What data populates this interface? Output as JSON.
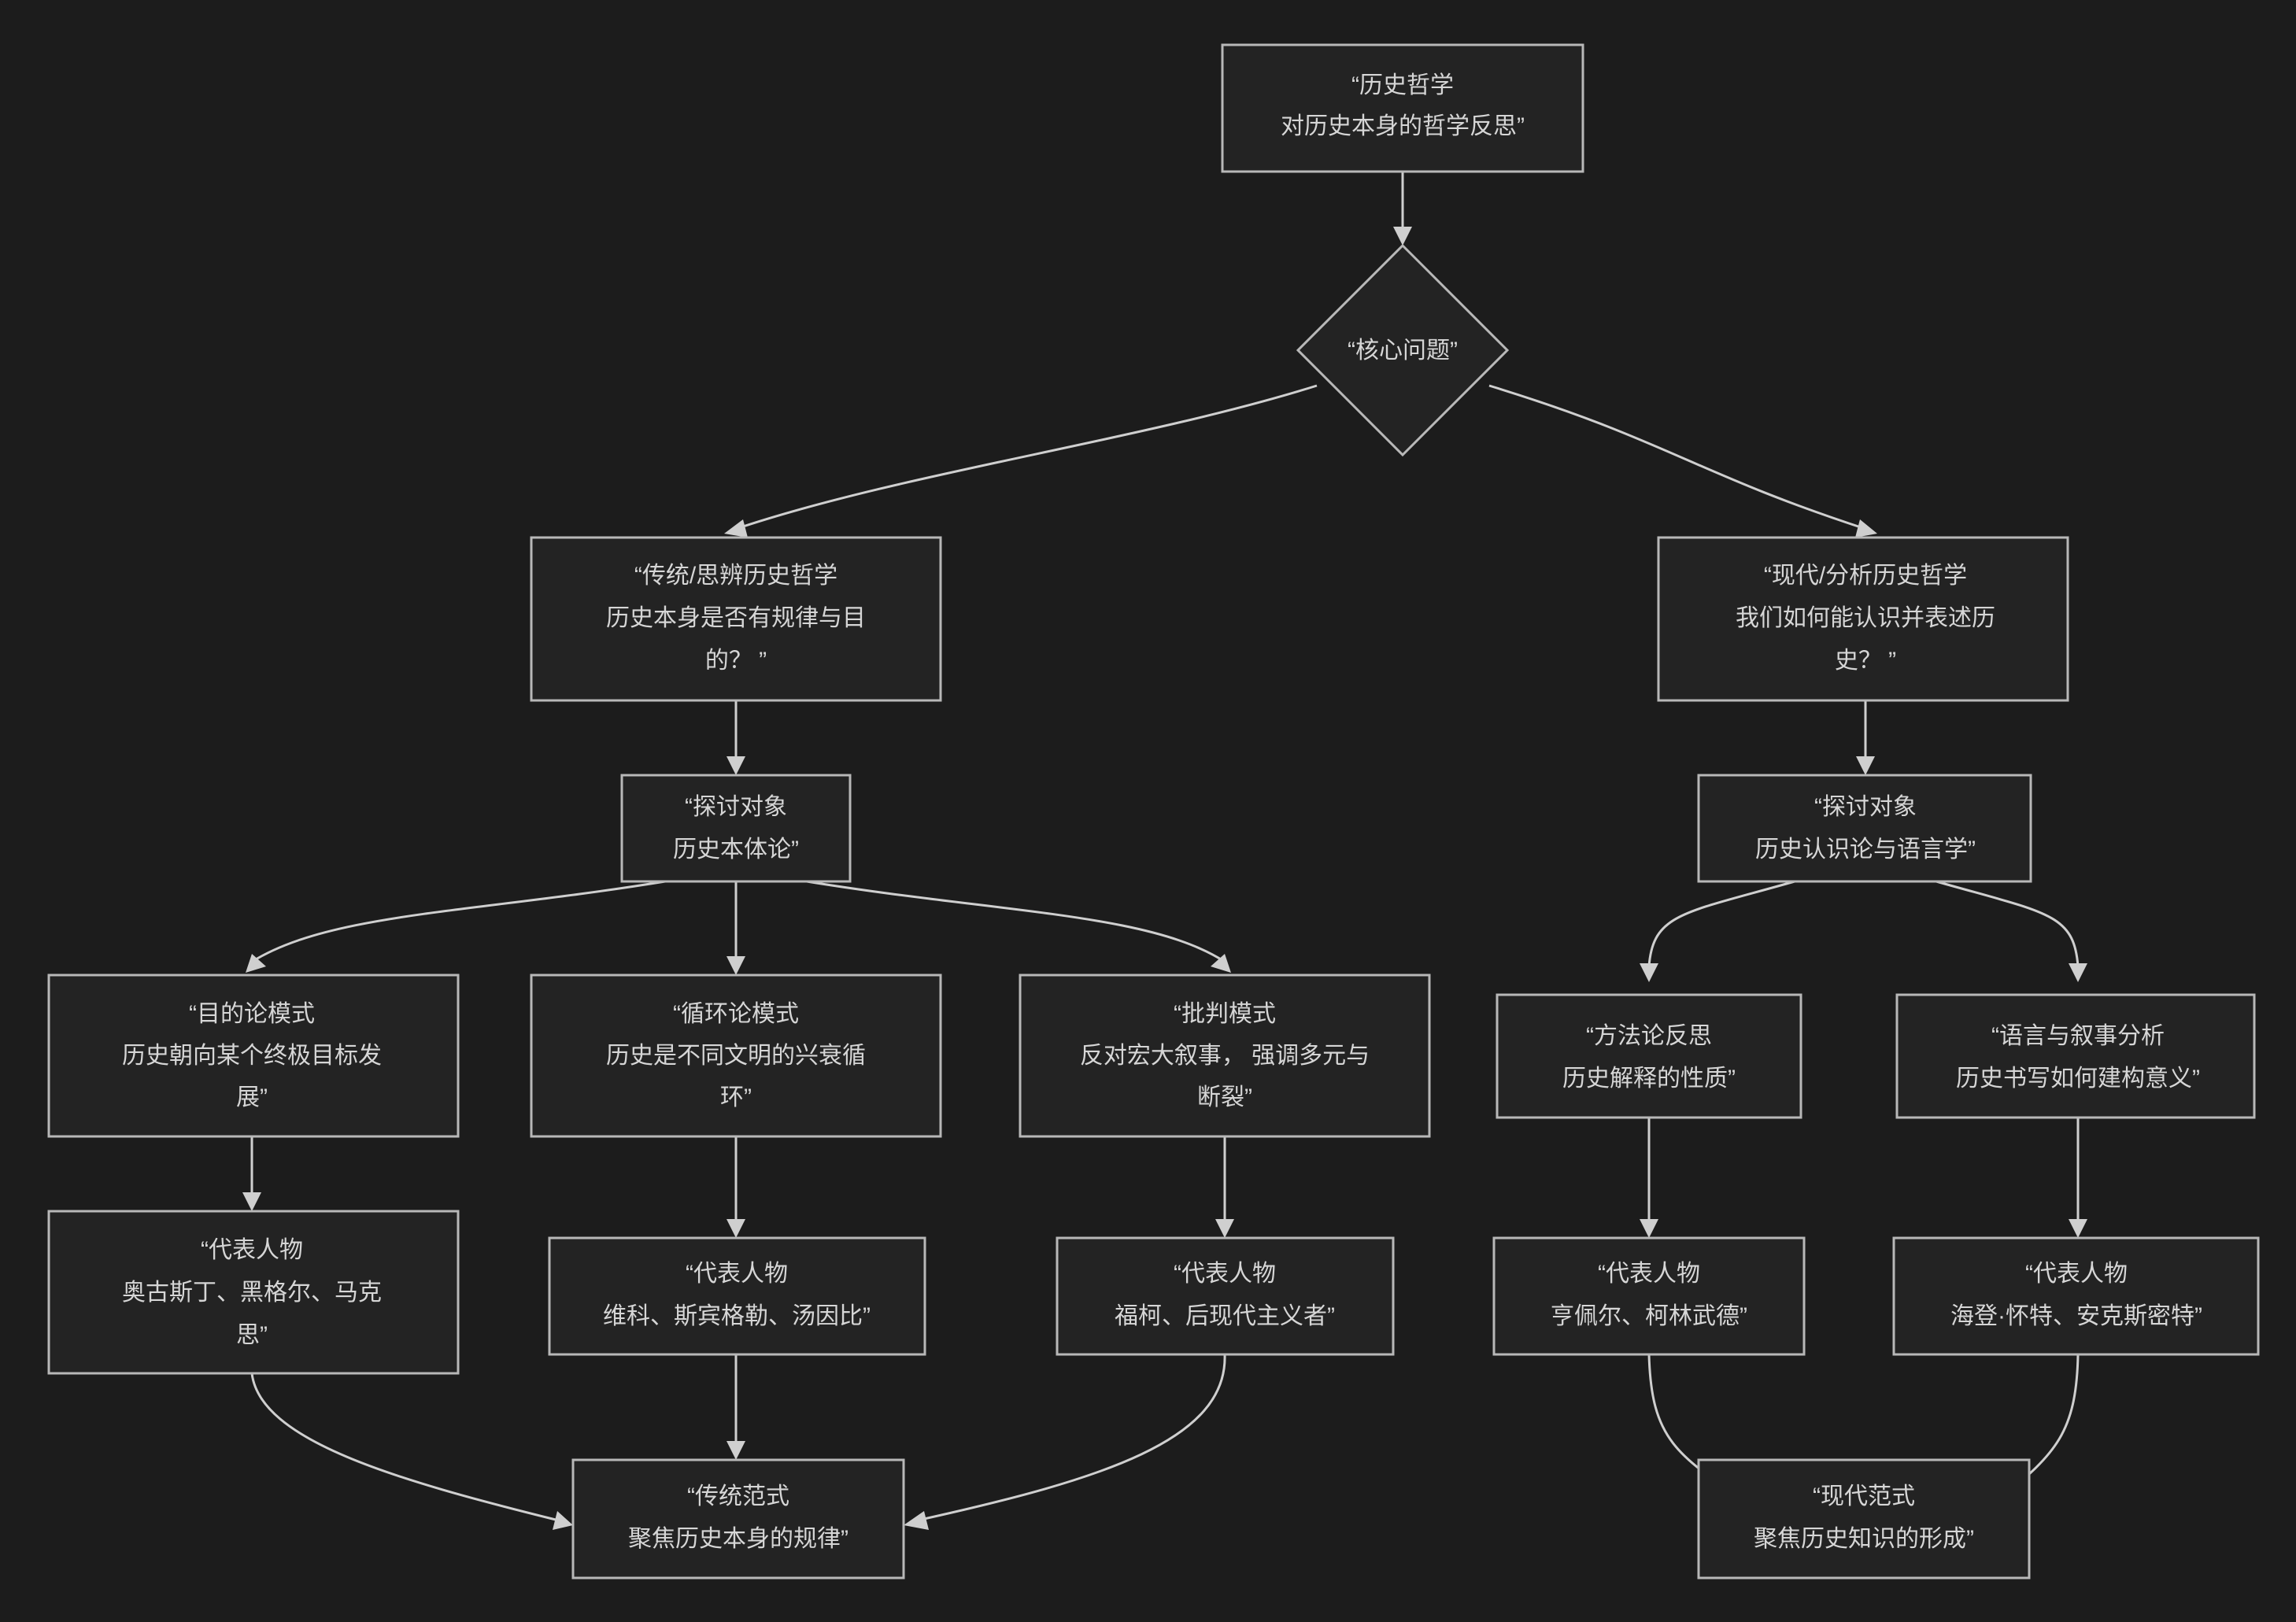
{
  "diagram": {
    "type": "flowchart",
    "direction": "top-down",
    "title_node": "root",
    "theme": {
      "background": "#1c1c1c",
      "node_fill": "#232323",
      "node_border": "#b8b8b8",
      "edge_color": "#cfcfcf",
      "text_color": "#d6d6d6"
    },
    "nodes": [
      {
        "id": "root",
        "shape": "rect",
        "line1": "“历史哲学",
        "line2": "对历史本身的哲学反思”",
        "line3": ""
      },
      {
        "id": "core",
        "shape": "diamond",
        "line1": "“核心问题”",
        "line2": "",
        "line3": ""
      },
      {
        "id": "traditional",
        "shape": "rect",
        "line1": "“传统/思辨历史哲学",
        "line2": "历史本身是否有规律与目",
        "line3": "的？ ”"
      },
      {
        "id": "modern",
        "shape": "rect",
        "line1": "“现代/分析历史哲学",
        "line2": "我们如何能认识并表述历",
        "line3": "史？ ”"
      },
      {
        "id": "trad_object",
        "shape": "rect",
        "line1": "“探讨对象",
        "line2": "历史本体论”",
        "line3": ""
      },
      {
        "id": "mod_object",
        "shape": "rect",
        "line1": "“探讨对象",
        "line2": "历史认识论与语言学”",
        "line3": ""
      },
      {
        "id": "teleology",
        "shape": "rect",
        "line1": "“目的论模式",
        "line2": "历史朝向某个终极目标发",
        "line3": "展”"
      },
      {
        "id": "cyclical",
        "shape": "rect",
        "line1": "“循环论模式",
        "line2": "历史是不同文明的兴衰循",
        "line3": "环”"
      },
      {
        "id": "critical",
        "shape": "rect",
        "line1": "“批判模式",
        "line2": "反对宏大叙事， 强调多元与",
        "line3": "断裂”"
      },
      {
        "id": "methodology",
        "shape": "rect",
        "line1": "“方法论反思",
        "line2": "历史解释的性质”",
        "line3": ""
      },
      {
        "id": "language",
        "shape": "rect",
        "line1": "“语言与叙事分析",
        "line2": "历史书写如何建构意义”",
        "line3": ""
      },
      {
        "id": "figures_teleology",
        "shape": "rect",
        "line1": "“代表人物",
        "line2": "奥古斯丁、黑格尔、马克",
        "line3": "思”"
      },
      {
        "id": "figures_cyclical",
        "shape": "rect",
        "line1": "“代表人物",
        "line2": "维科、斯宾格勒、汤因比”",
        "line3": ""
      },
      {
        "id": "figures_critical",
        "shape": "rect",
        "line1": "“代表人物",
        "line2": "福柯、后现代主义者”",
        "line3": ""
      },
      {
        "id": "figures_methodology",
        "shape": "rect",
        "line1": "“代表人物",
        "line2": "亨佩尔、柯林武德”",
        "line3": ""
      },
      {
        "id": "figures_language",
        "shape": "rect",
        "line1": "“代表人物",
        "line2": "海登·怀特、安克斯密特”",
        "line3": ""
      },
      {
        "id": "trad_paradigm",
        "shape": "rect",
        "line1": "“传统范式",
        "line2": "聚焦历史本身的规律”",
        "line3": ""
      },
      {
        "id": "mod_paradigm",
        "shape": "rect",
        "line1": "“现代范式",
        "line2": "聚焦历史知识的形成”",
        "line3": ""
      }
    ],
    "edges": [
      {
        "from": "root",
        "to": "core"
      },
      {
        "from": "core",
        "to": "traditional"
      },
      {
        "from": "core",
        "to": "modern"
      },
      {
        "from": "traditional",
        "to": "trad_object"
      },
      {
        "from": "modern",
        "to": "mod_object"
      },
      {
        "from": "trad_object",
        "to": "teleology"
      },
      {
        "from": "trad_object",
        "to": "cyclical"
      },
      {
        "from": "trad_object",
        "to": "critical"
      },
      {
        "from": "mod_object",
        "to": "methodology"
      },
      {
        "from": "mod_object",
        "to": "language"
      },
      {
        "from": "teleology",
        "to": "figures_teleology"
      },
      {
        "from": "cyclical",
        "to": "figures_cyclical"
      },
      {
        "from": "critical",
        "to": "figures_critical"
      },
      {
        "from": "methodology",
        "to": "figures_methodology"
      },
      {
        "from": "language",
        "to": "figures_language"
      },
      {
        "from": "figures_teleology",
        "to": "trad_paradigm"
      },
      {
        "from": "figures_cyclical",
        "to": "trad_paradigm"
      },
      {
        "from": "figures_critical",
        "to": "trad_paradigm"
      },
      {
        "from": "figures_methodology",
        "to": "mod_paradigm"
      },
      {
        "from": "figures_language",
        "to": "mod_paradigm"
      }
    ]
  }
}
